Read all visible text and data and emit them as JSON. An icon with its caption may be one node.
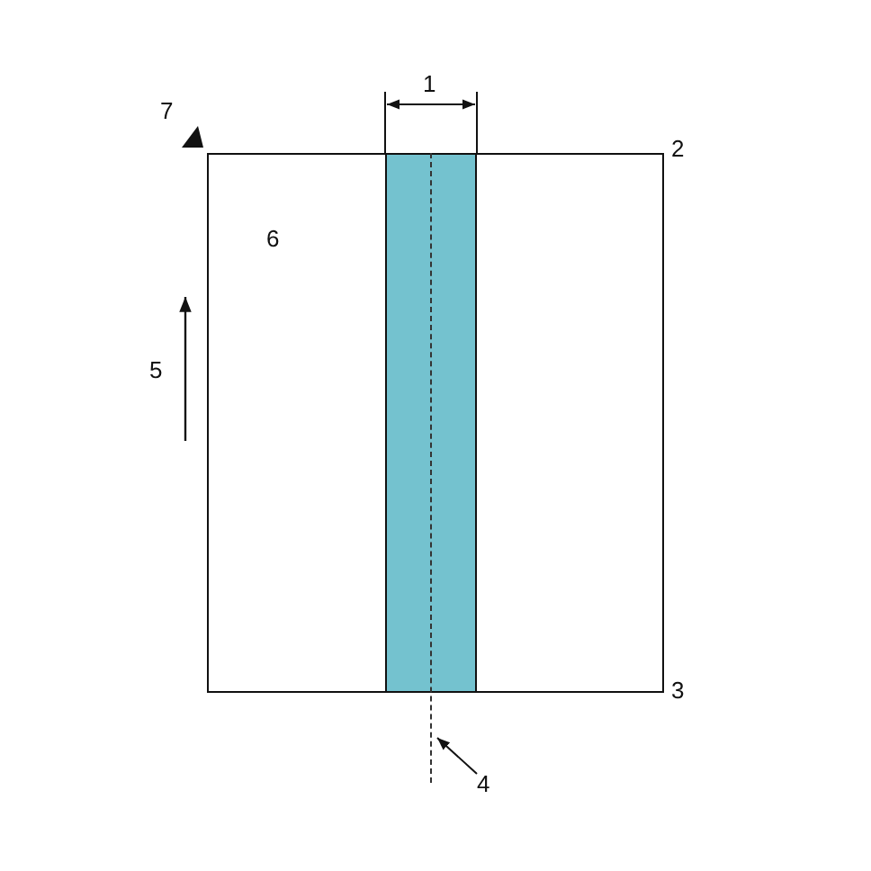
{
  "diagram": {
    "nodes": [
      {
        "text": [
          "4"
        ]
      },
      {
        "text": [],
        "shape": "line"
      }
    ],
    "edges": [
      {
        "from": 0,
        "to": 1,
        "arrow": "to"
      }
    ],
    "labels": [
      "1",
      "7",
      "2",
      "6",
      "5",
      "3"
    ]
  }
}
